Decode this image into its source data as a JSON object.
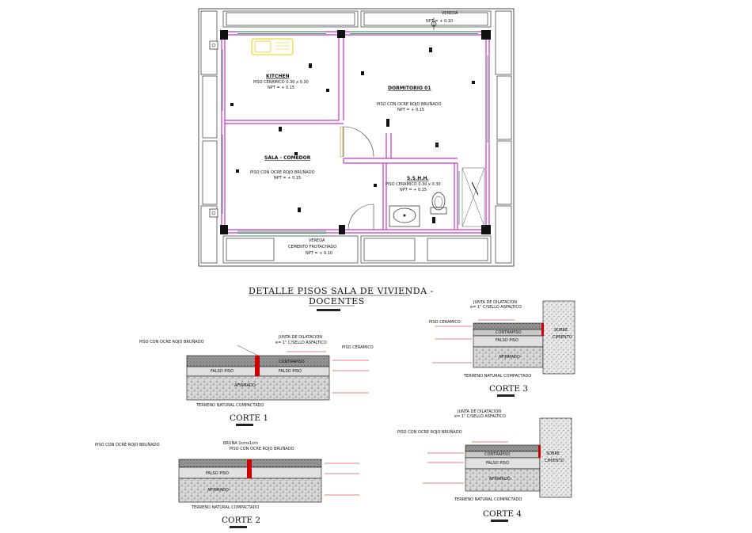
{
  "plan": {
    "vereda_top": "VEREDA",
    "npt_top": "NPT = + 0.10",
    "vereda_bottom": "VEREDA",
    "cemento": "CEMENTO FROTACHADO",
    "npt_bottom": "NPT = + 0.10",
    "rooms": [
      {
        "name": "KITCHEN",
        "sub1": "PISO CERAMICO 0.30 x 0.30",
        "sub2": "NPT = + 0.15"
      },
      {
        "name": "DORMITORIO 01",
        "sub1": "PISO CON OCRE ROJO BRUÑADO",
        "sub2": "NPT = + 0.15"
      },
      {
        "name": "SALA - COMEDOR",
        "sub1": "PISO CON OCRE ROJO BRUÑADO",
        "sub2": "NPT = + 0.15"
      },
      {
        "name": "S.S.H.H.",
        "sub1": "PISO CERAMICO 0.30 x 0.30",
        "sub2": "NPT = + 0.15"
      }
    ]
  },
  "title": {
    "line1": "DETALLE PISOS SALA  DE VIVIENDA -",
    "line2": "DOCENTES"
  },
  "cortes": [
    {
      "caption": "CORTE 1",
      "labels": [
        "PISO CON OCRE ROJO BRUÑADO",
        "JUNTA DE DILATACION",
        "e= 1\" C/SELLO ASFALTICO",
        "PISO CERAMICO",
        "CONTRAPISO",
        "FALSO PISO",
        "FALSO PISO",
        "AFIRMADO",
        "TERRENO NATURAL COMPACTADO"
      ]
    },
    {
      "caption": "CORTE 2",
      "labels": [
        "PISO CON OCRE ROJO BRUÑADO",
        "BRUÑA 1cmx1cm",
        "PISO CON OCRE ROJO BRUÑADO",
        "FALSO PISO",
        "AFIRMADO",
        "TERRENO NATURAL COMPACTADO"
      ]
    },
    {
      "caption": "CORTE 3",
      "labels": [
        "JUNTA DE DILATACION",
        "e= 1\" C/SELLO ASFALTICO",
        "PISO CERAMICO",
        "CONTRAPISO",
        "FALSO PISO",
        "AFIRMADO",
        "TERRENO NATURAL COMPACTADO",
        "SOBRE",
        "CIMIENTO"
      ]
    },
    {
      "caption": "CORTE 4",
      "labels": [
        "JUNTA DE DILATACION",
        "e= 1\" C/SELLO ASFALTICO",
        "PISO CON OCRE ROJO BRUÑADO",
        "CONTRAPISO",
        "FALSO PISO",
        "AFIRMADO",
        "TERRENO NATURAL COMPACTADO",
        "SOBRE",
        "CIMIENTO"
      ]
    }
  ],
  "colors": {
    "wall": "#cc33cc",
    "line": "#111111",
    "level": "#cc0000",
    "fixture": "#e6d200",
    "glass": "#33aa55"
  }
}
